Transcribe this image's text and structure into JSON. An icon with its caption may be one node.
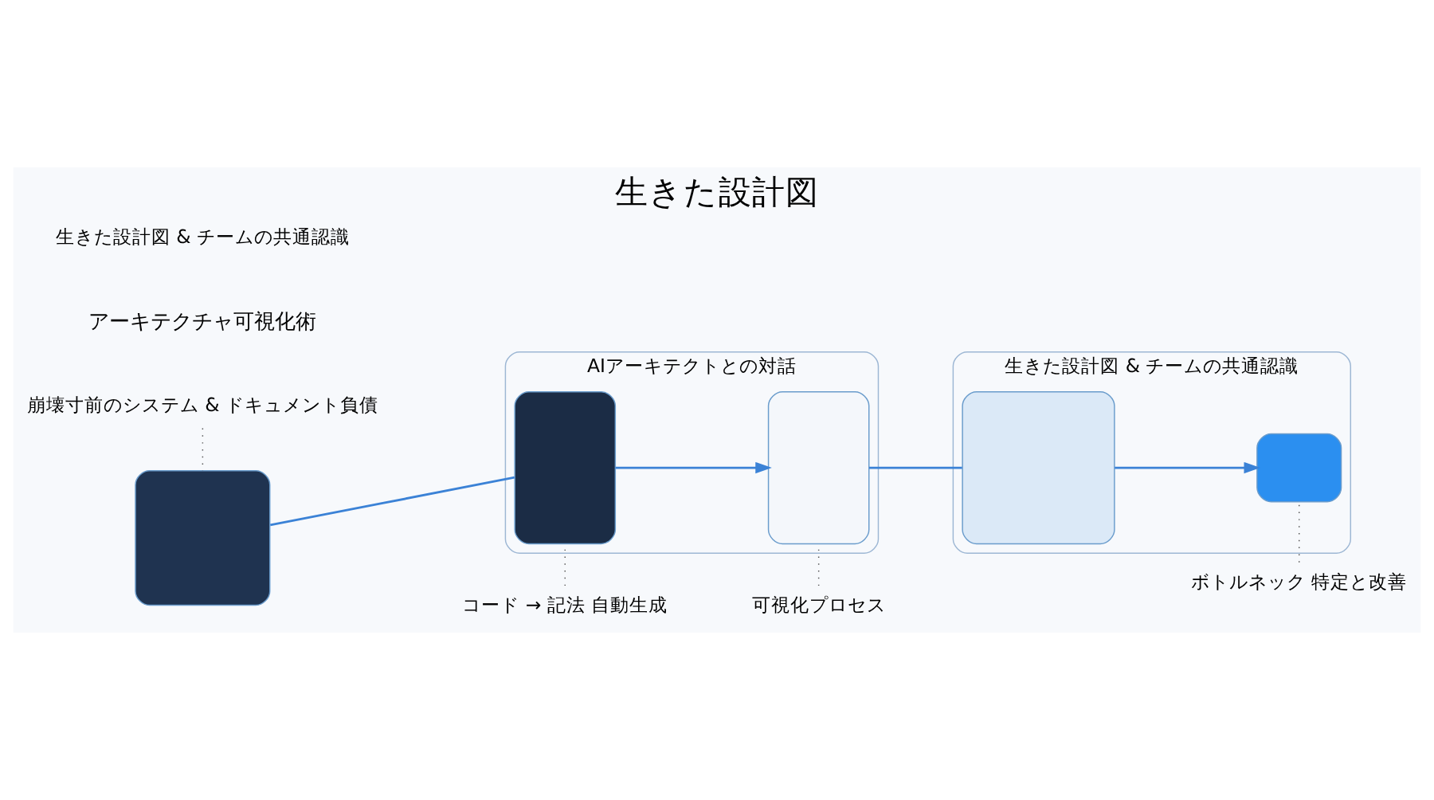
{
  "diagram": {
    "title": "生きた設計図",
    "nodes": [
      {
        "text": [
          "崩壊寸前のシステム & ドキュメント負債"
        ]
      },
      {
        "text": [],
        "shape": "box"
      },
      {
        "text": [
          "AIアーキテクトとの対話"
        ]
      },
      {
        "text": [],
        "shape": "box",
        "in": 2
      },
      {
        "text": [],
        "shape": "box",
        "in": 2
      },
      {
        "text": [
          "コード → 記法 自動生成"
        ]
      },
      {
        "text": [
          "可視化プロセス"
        ]
      },
      {
        "text": [
          "生きた設計図 & チームの共通認識"
        ]
      },
      {
        "text": [],
        "shape": "box",
        "in": 7
      },
      {
        "text": [],
        "shape": "box",
        "in": 7
      },
      {
        "text": [
          "ボトルネック 特定と改善"
        ]
      }
    ],
    "edges": [
      {
        "from": 1,
        "to": 3,
        "arrow": "none"
      },
      {
        "from": 3,
        "to": 4,
        "arrow": "to"
      },
      {
        "from": 4,
        "to": 8,
        "arrow": "none"
      },
      {
        "from": 8,
        "to": 9,
        "arrow": "to"
      },
      {
        "from": 0,
        "to": 1,
        "arrow": "none",
        "style": "dashed",
        "color": "#555555"
      },
      {
        "from": 5,
        "to": 3,
        "arrow": "none",
        "style": "dashed",
        "color": "#555555"
      },
      {
        "from": 6,
        "to": 4,
        "arrow": "none",
        "style": "dashed",
        "color": "#555555"
      },
      {
        "from": 10,
        "to": 9,
        "arrow": "none",
        "style": "dashed",
        "color": "#555555"
      }
    ],
    "labels": [
      "アーキテクチャ可視化術",
      "生きた設計図 & チームの共通認識"
    ]
  }
}
